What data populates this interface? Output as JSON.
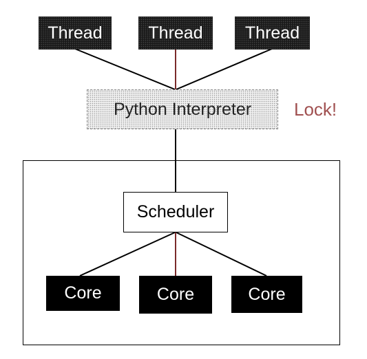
{
  "threads": [
    {
      "label": "Thread"
    },
    {
      "label": "Thread"
    },
    {
      "label": "Thread"
    }
  ],
  "interpreter": {
    "label": "Python Interpreter"
  },
  "lock": {
    "label": "Lock!",
    "color": "#a05050"
  },
  "scheduler": {
    "label": "Scheduler"
  },
  "cores": [
    {
      "label": "Core"
    },
    {
      "label": "Core"
    },
    {
      "label": "Core"
    }
  ],
  "colors": {
    "thread_fill": "#1a1a1a",
    "interpreter_fill": "#f0f0f0",
    "core_fill": "#000000",
    "connector": "#000000",
    "accent_connector": "#7a2a2a"
  }
}
